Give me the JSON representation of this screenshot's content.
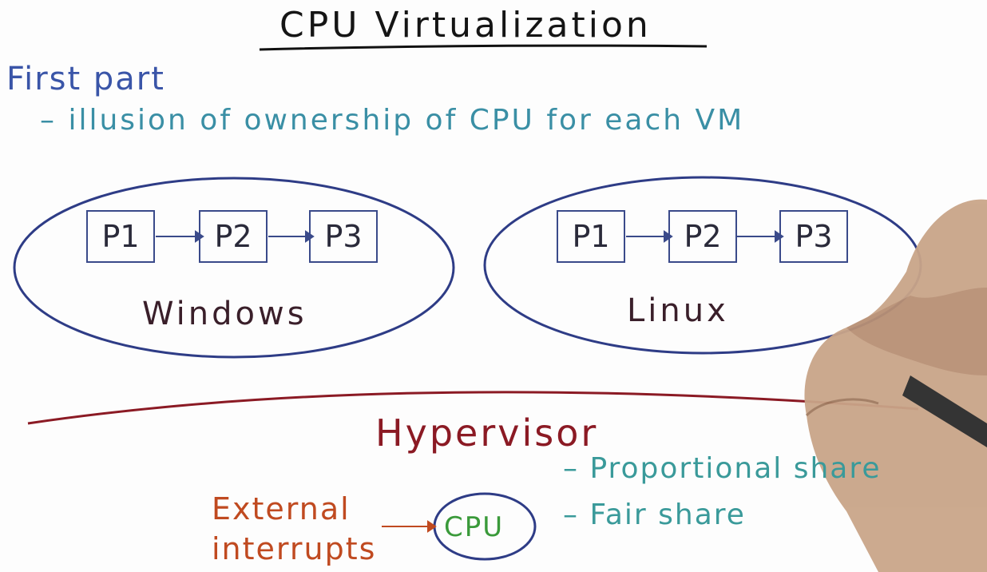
{
  "title": "CPU Virtualization",
  "first_part": {
    "heading": "First part",
    "bullet": "– illusion of ownership of CPU for each VM"
  },
  "vms": [
    {
      "label": "Windows",
      "processes": [
        "P1",
        "P2",
        "P3"
      ]
    },
    {
      "label": "Linux",
      "processes": [
        "P1",
        "P2",
        "P3"
      ]
    }
  ],
  "hypervisor": {
    "label": "Hypervisor",
    "bullets": [
      "– Proportional share",
      "– Fair share"
    ]
  },
  "external": {
    "line1": "External",
    "line2": "interrupts"
  },
  "cpu_label": "CPU",
  "colors": {
    "ink_dark": "#151515",
    "vm_ellipse": "#2e3c86",
    "hypervisor_line": "#8b1a24",
    "teal": "#3a8fa5",
    "orange": "#c04a20",
    "green": "#3a9a3a"
  }
}
